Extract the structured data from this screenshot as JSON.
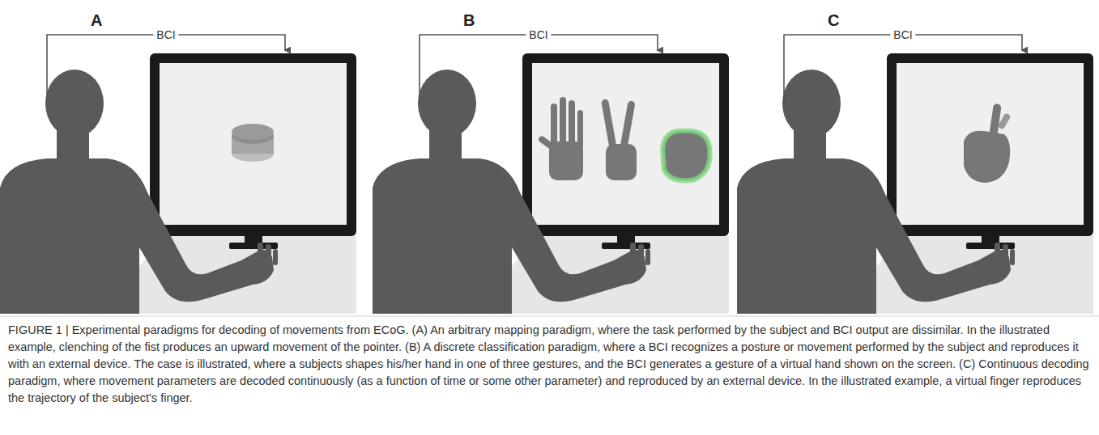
{
  "diagram": {
    "caption": "FIGURE 1 | Experimental paradigms for decoding of movements from ECoG. (A) An arbitrary mapping paradigm, where the task performed by the subject and BCI output are dissimilar. In the illustrated example, clenching of the fist produces an upward movement of the pointer. (B) A discrete classification paradigm, where a BCI recognizes a posture or movement performed by the subject and reproduces it with an external device. The case is illustrated, where a subjects shapes his/her hand in one of three gestures, and the BCI generates a gesture of a virtual hand shown on the screen. (C) Continuous decoding paradigm, where movement parameters are decoded continuously (as a function of time or some other parameter) and reproduced by an external device. In the illustrated example, a virtual finger reproduces the trajectory of the subject's finger.",
    "labels": [
      "A",
      "BCI",
      "B",
      "BCI",
      "C",
      "BCI"
    ]
  }
}
